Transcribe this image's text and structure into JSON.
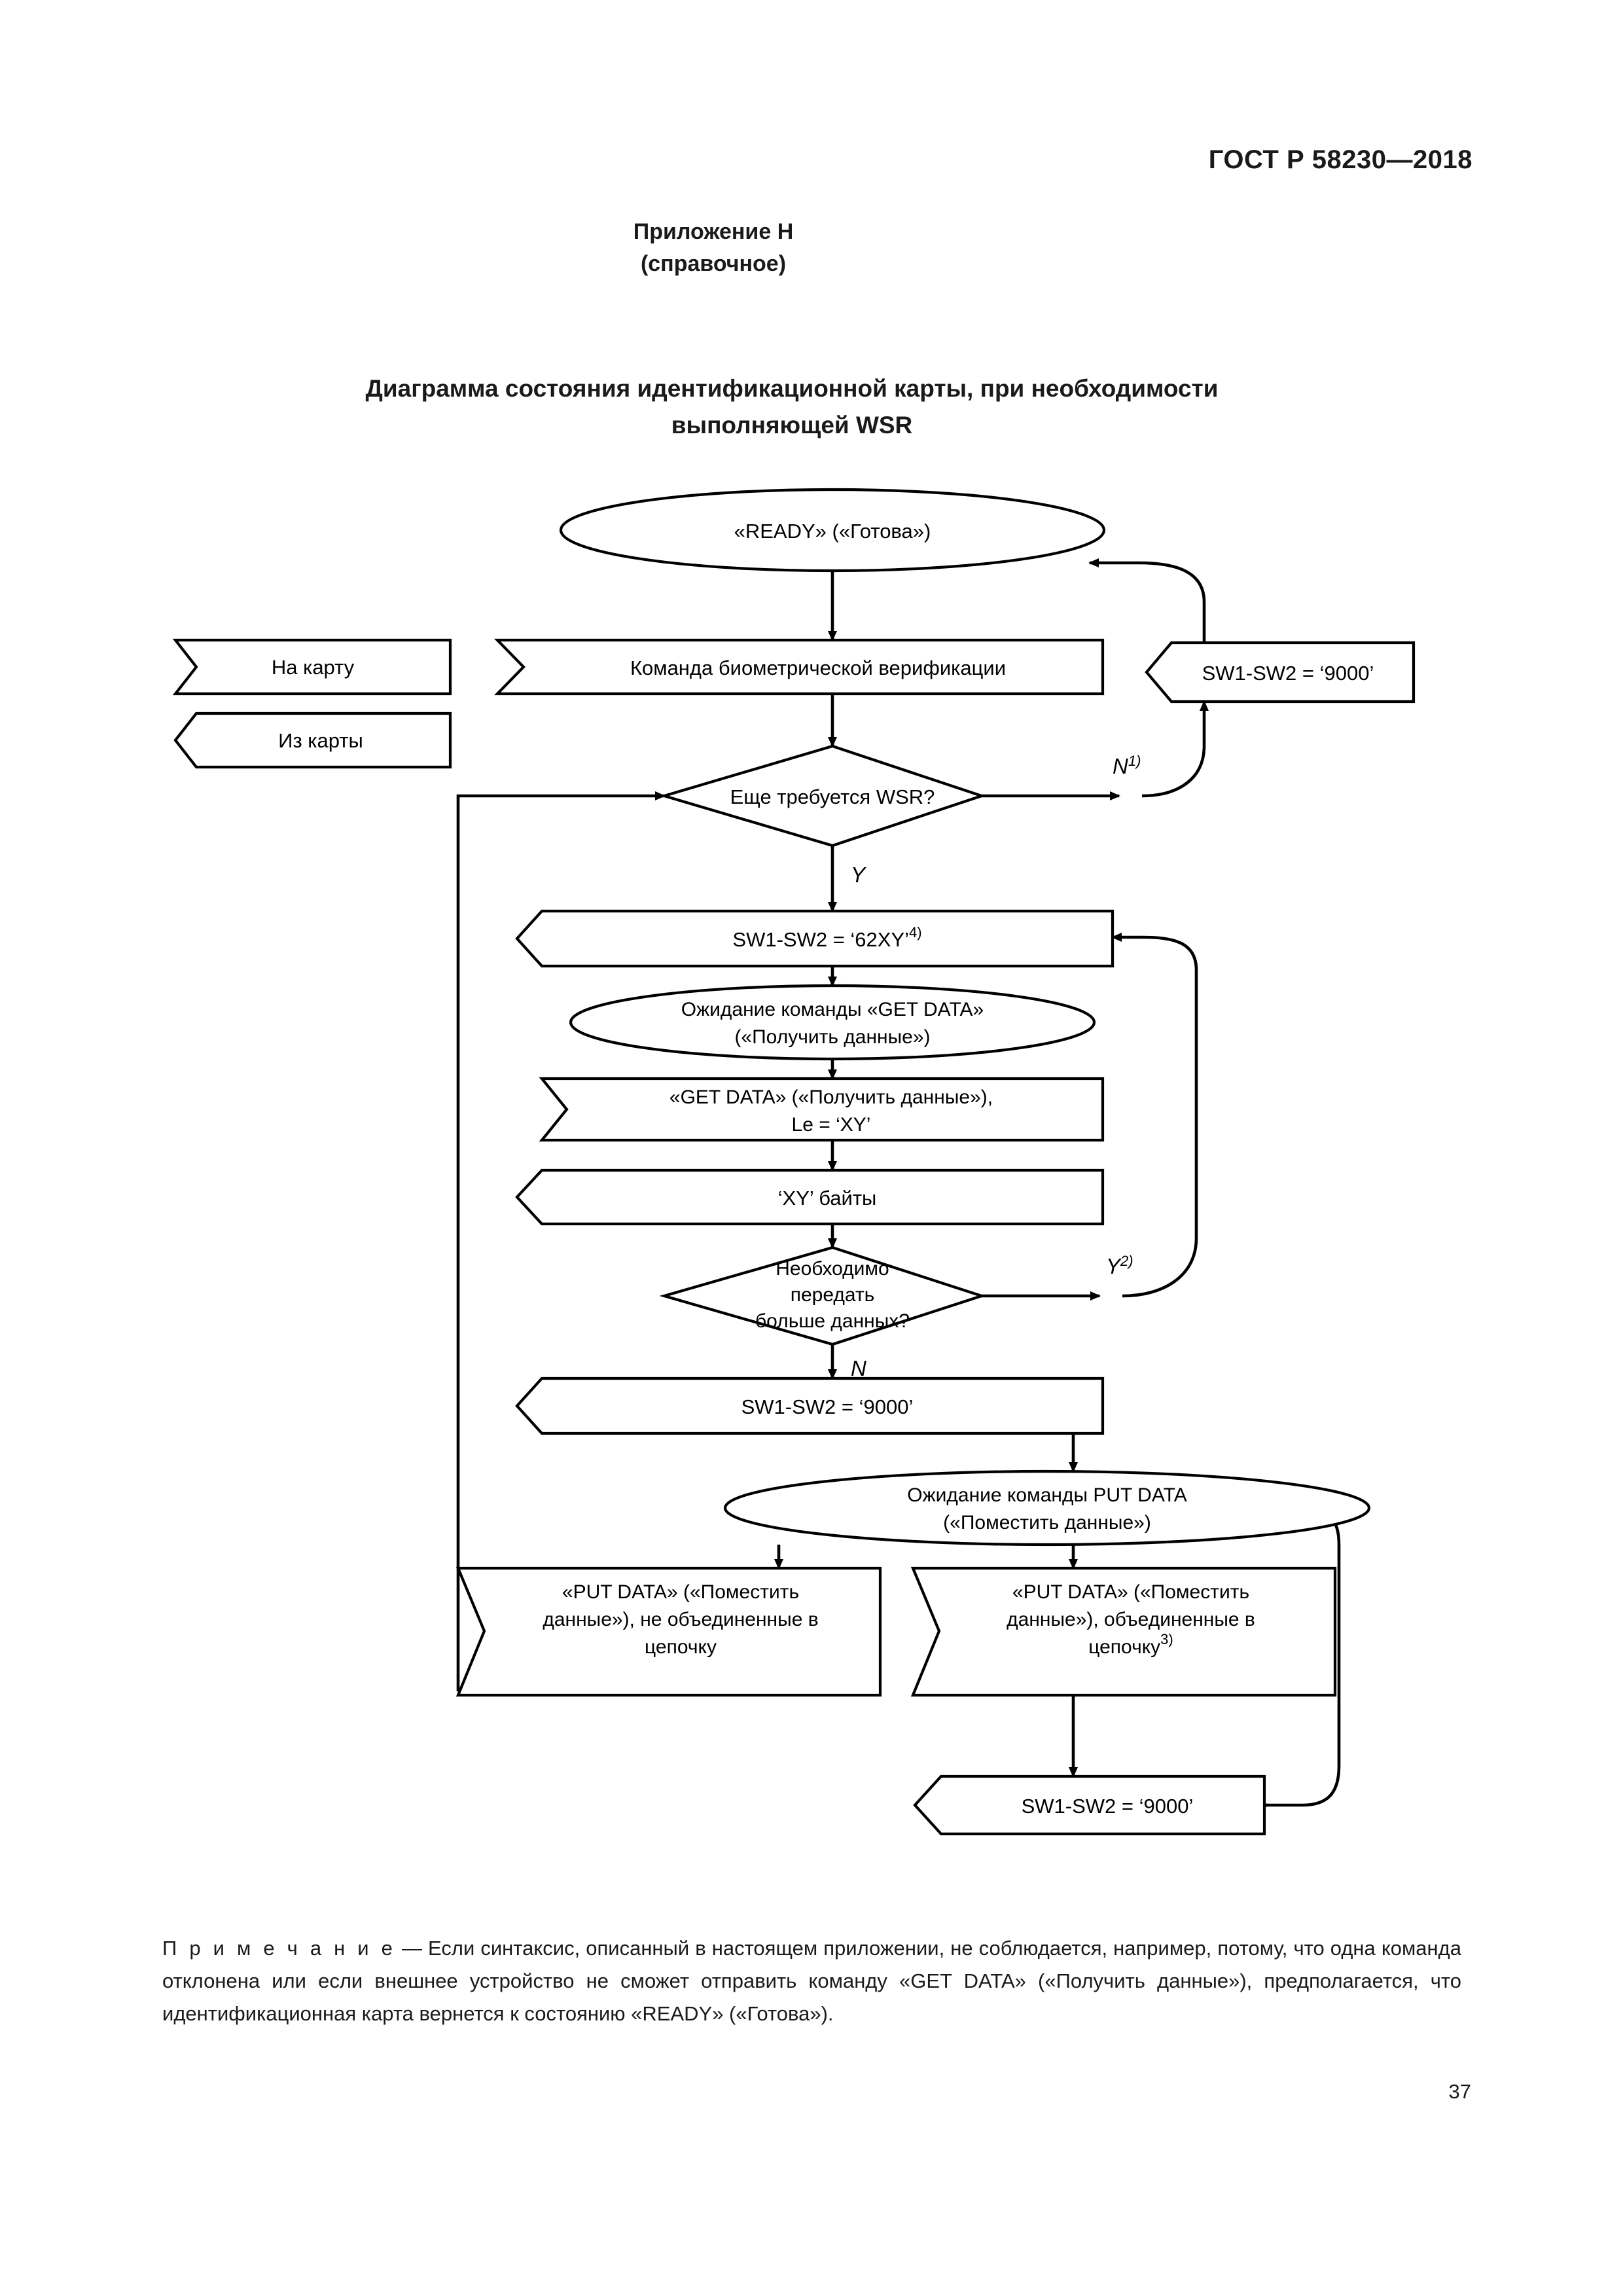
{
  "header": {
    "standard": "ГОСТ Р 58230—2018"
  },
  "appendix": {
    "line1": "Приложение Н",
    "line2": "(справочное)"
  },
  "diagram_title": {
    "line1": "Диаграмма состояния идентификационной карты, при необходимости",
    "line2": "выполняющей WSR"
  },
  "legend": {
    "to_card": "На карту",
    "from_card": "Из карты"
  },
  "nodes": {
    "ready": "«READY» («Готова»)",
    "bio_command": "Команда биометрической верификации",
    "sw_9000_top": "SW1-SW2 = ‘9000’",
    "decision_wsr": "Еще требуется WSR?",
    "sw_62xy": "SW1-SW2 = ‘62XY’",
    "sw_62xy_sup": "4)",
    "wait_get_data_l1": "Ожидание команды «GET DATA»",
    "wait_get_data_l2": "(«Получить данные»)",
    "get_data_l1": "«GET DATA» («Получить данные»),",
    "get_data_l2": "Le = ‘XY’",
    "xy_bytes": "‘XY’ байты",
    "decision_more_l1": "Необходимо",
    "decision_more_l2": "передать",
    "decision_more_l3": "больше данных?",
    "sw_9000_mid": "SW1-SW2 = ‘9000’",
    "wait_put_data_l1": "Ожидание команды PUT DATA",
    "wait_put_data_l2": "(«Поместить данные»)",
    "put_unchained_l1": "«PUT DATA» («Поместить",
    "put_unchained_l2": "данные»), не объединенные в",
    "put_unchained_l3": "цепочку",
    "put_chained_l1": "«PUT DATA» («Поместить",
    "put_chained_l2": "данные»), объединенные в",
    "put_chained_l3": "цепочку",
    "put_chained_sup": "3)",
    "sw_9000_bottom": "SW1-SW2 = ‘9000’"
  },
  "branches": {
    "wsr_no": "N",
    "wsr_no_sup": "1)",
    "wsr_yes": "Y",
    "more_yes": "Y",
    "more_yes_sup": "2)",
    "more_no": "N"
  },
  "note": {
    "label": "П р и м е ч а н и е",
    "dash": " — ",
    "text": "Если синтаксис, описанный в настоящем приложении, не соблюдается, например, потому, что одна команда отклонена или если внешнее устройство не сможет отправить команду «GET DATA» («Получить данные»), предполагается, что идентификационная карта вернется к состоянию «READY» («Готова»)."
  },
  "page_number": "37"
}
